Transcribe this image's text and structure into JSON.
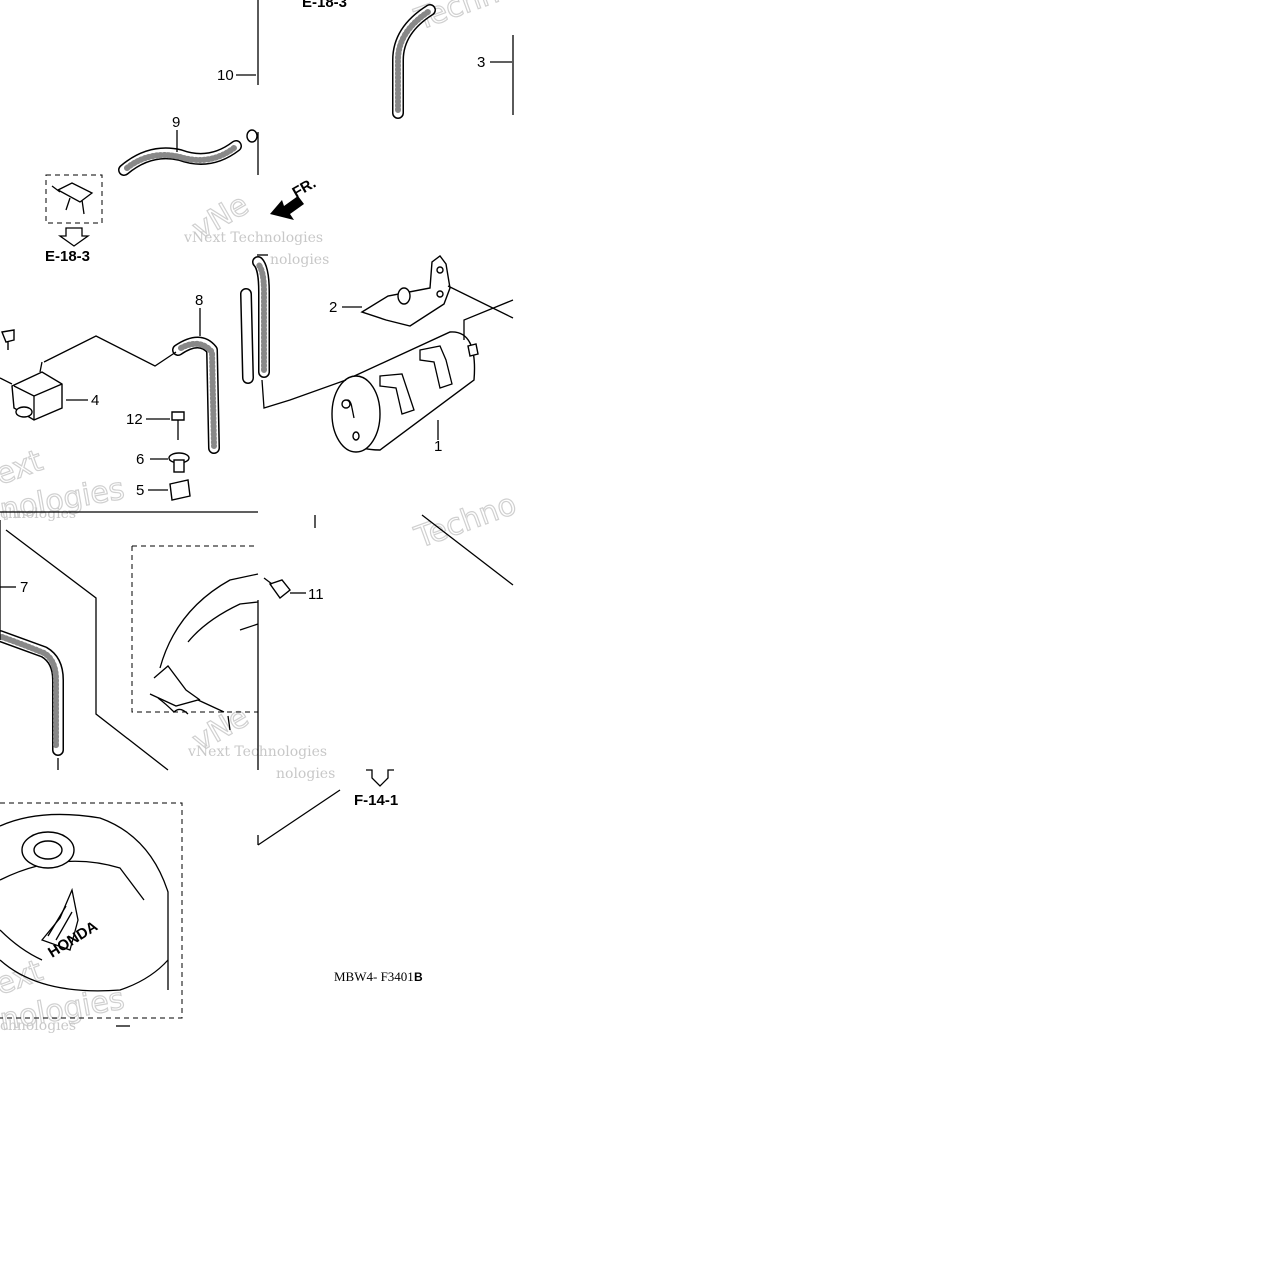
{
  "callouts": {
    "c1": "1",
    "c2": "2",
    "c3": "3",
    "c4": "4",
    "c5": "5",
    "c6": "6",
    "c7": "7",
    "c8": "8",
    "c9": "9",
    "c10": "10",
    "c11": "11",
    "c12": "12"
  },
  "references": {
    "top": "E-18-3",
    "left": "E-18-3",
    "bottom": "F-14-1"
  },
  "direction_marker": "FR.",
  "figure_code": {
    "main": "MBW4- F3401",
    "suffix": "B"
  },
  "tank_brand": "HONDA",
  "watermarks": {
    "brand": "vNext Technologies",
    "part_a": "vNext",
    "part_b": "Technologies",
    "fragment_tech": "Techno",
    "fragment_ext": "ext",
    "fragment_chno": "chnologies",
    "fragment_ne": "vNe",
    "fragment_nologies": "nologies"
  },
  "colors": {
    "ink": "#000000",
    "paper": "#ffffff",
    "watermark": "#c8c8c8"
  }
}
